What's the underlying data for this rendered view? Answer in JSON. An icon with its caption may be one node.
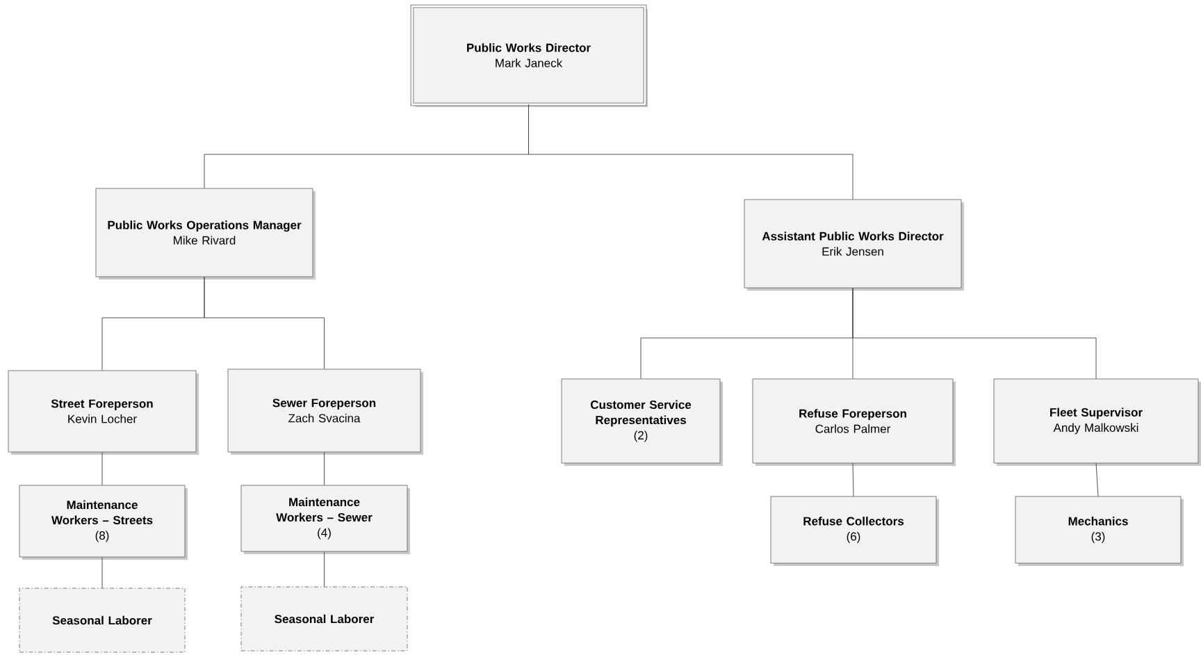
{
  "diagram": {
    "nodes": [
      {
        "text": [
          "Public Works Director",
          "Mark Janeck"
        ]
      },
      {
        "text": [
          "Public Works Operations Manager",
          "Mike Rivard"
        ]
      },
      {
        "text": [
          "Assistant Public Works Director",
          "Erik Jensen"
        ]
      },
      {
        "text": [
          "Street Foreperson",
          "Kevin Locher"
        ]
      },
      {
        "text": [
          "Sewer Foreperson",
          "Zach Svacina"
        ]
      },
      {
        "text": [
          "Customer Service Representatives",
          "(2)"
        ]
      },
      {
        "text": [
          "Refuse Foreperson",
          "Carlos Palmer"
        ]
      },
      {
        "text": [
          "Fleet Supervisor",
          "Andy Malkowski"
        ]
      },
      {
        "text": [
          "Maintenance Workers – Streets",
          "(8)"
        ]
      },
      {
        "text": [
          "Maintenance Workers – Sewer",
          "(4)"
        ]
      },
      {
        "text": [
          "Refuse Collectors",
          "(6)"
        ]
      },
      {
        "text": [
          "Mechanics",
          "(3)"
        ]
      },
      {
        "text": [
          "Seasonal Laborer"
        ]
      },
      {
        "text": [
          "Seasonal Laborer"
        ]
      }
    ],
    "edges": [
      {
        "from": 0,
        "to": 1,
        "arrow": "none"
      },
      {
        "from": 0,
        "to": 2,
        "arrow": "none"
      },
      {
        "from": 1,
        "to": 3,
        "arrow": "none"
      },
      {
        "from": 1,
        "to": 4,
        "arrow": "none"
      },
      {
        "from": 2,
        "to": 5,
        "arrow": "none"
      },
      {
        "from": 2,
        "to": 6,
        "arrow": "none"
      },
      {
        "from": 2,
        "to": 7,
        "arrow": "none"
      },
      {
        "from": 3,
        "to": 8,
        "arrow": "none"
      },
      {
        "from": 4,
        "to": 9,
        "arrow": "none"
      },
      {
        "from": 6,
        "to": 10,
        "arrow": "none"
      },
      {
        "from": 7,
        "to": 11,
        "arrow": "none"
      },
      {
        "from": 8,
        "to": 12,
        "arrow": "none"
      },
      {
        "from": 9,
        "to": 13,
        "arrow": "none"
      }
    ]
  }
}
